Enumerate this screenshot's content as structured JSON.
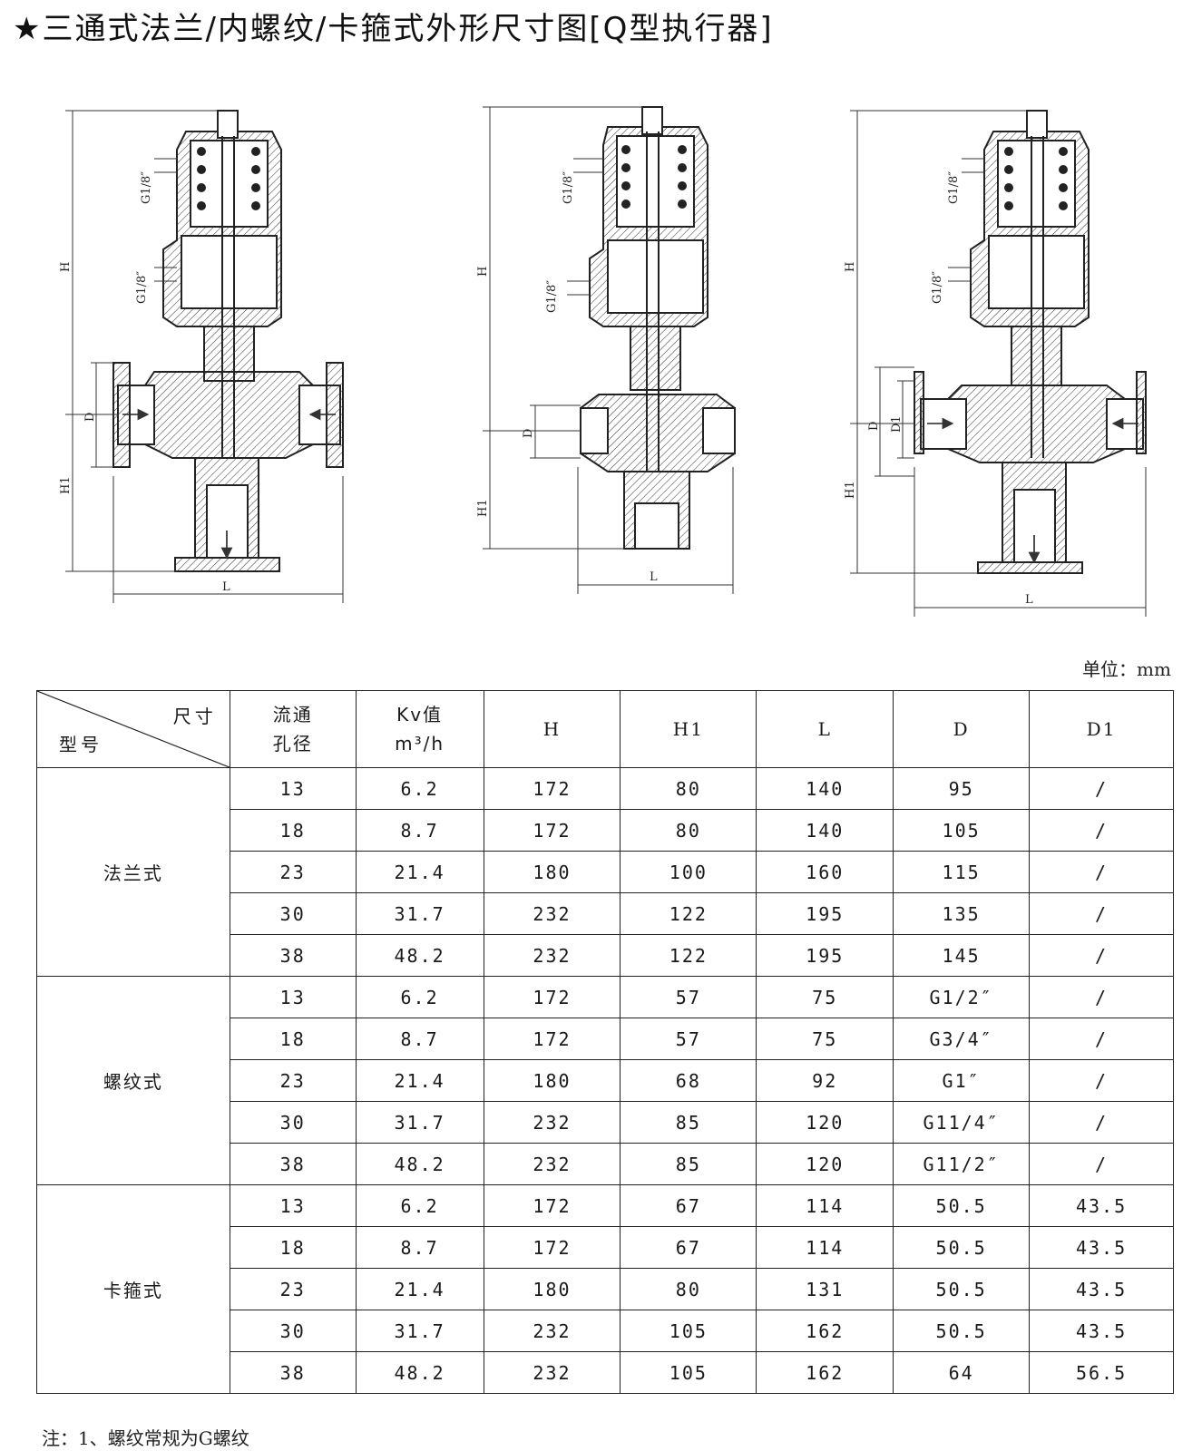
{
  "title": "★三通式法兰/内螺纹/卡箍式外形尺寸图[Q型执行器]",
  "drawing_labels": {
    "g18": "G1/8″",
    "H": "H",
    "H1": "H1",
    "D": "D",
    "D1": "D1",
    "L": "L"
  },
  "unit": "单位：mm",
  "table": {
    "corner_top": "尺寸",
    "corner_bottom": "型号",
    "headers": {
      "bore_line1": "流通",
      "bore_line2": "孔径",
      "kv_line1": "Kv值",
      "kv_line2": "m³/h",
      "H": "H",
      "H1": "H1",
      "L": "L",
      "D": "D",
      "D1": "D1"
    },
    "groups": [
      {
        "name": "法兰式",
        "rows": [
          [
            "13",
            "6.2",
            "172",
            "80",
            "140",
            "95",
            "/"
          ],
          [
            "18",
            "8.7",
            "172",
            "80",
            "140",
            "105",
            "/"
          ],
          [
            "23",
            "21.4",
            "180",
            "100",
            "160",
            "115",
            "/"
          ],
          [
            "30",
            "31.7",
            "232",
            "122",
            "195",
            "135",
            "/"
          ],
          [
            "38",
            "48.2",
            "232",
            "122",
            "195",
            "145",
            "/"
          ]
        ]
      },
      {
        "name": "螺纹式",
        "rows": [
          [
            "13",
            "6.2",
            "172",
            "57",
            "75",
            "G1/2″",
            "/"
          ],
          [
            "18",
            "8.7",
            "172",
            "57",
            "75",
            "G3/4″",
            "/"
          ],
          [
            "23",
            "21.4",
            "180",
            "68",
            "92",
            "G1″",
            "/"
          ],
          [
            "30",
            "31.7",
            "232",
            "85",
            "120",
            "G11/4″",
            "/"
          ],
          [
            "38",
            "48.2",
            "232",
            "85",
            "120",
            "G11/2″",
            "/"
          ]
        ]
      },
      {
        "name": "卡箍式",
        "rows": [
          [
            "13",
            "6.2",
            "172",
            "67",
            "114",
            "50.5",
            "43.5"
          ],
          [
            "18",
            "8.7",
            "172",
            "67",
            "114",
            "50.5",
            "43.5"
          ],
          [
            "23",
            "21.4",
            "180",
            "80",
            "131",
            "50.5",
            "43.5"
          ],
          [
            "30",
            "31.7",
            "232",
            "105",
            "162",
            "50.5",
            "43.5"
          ],
          [
            "38",
            "48.2",
            "232",
            "105",
            "162",
            "64",
            "56.5"
          ]
        ]
      }
    ]
  },
  "note": "注：1、螺纹常规为G螺纹"
}
